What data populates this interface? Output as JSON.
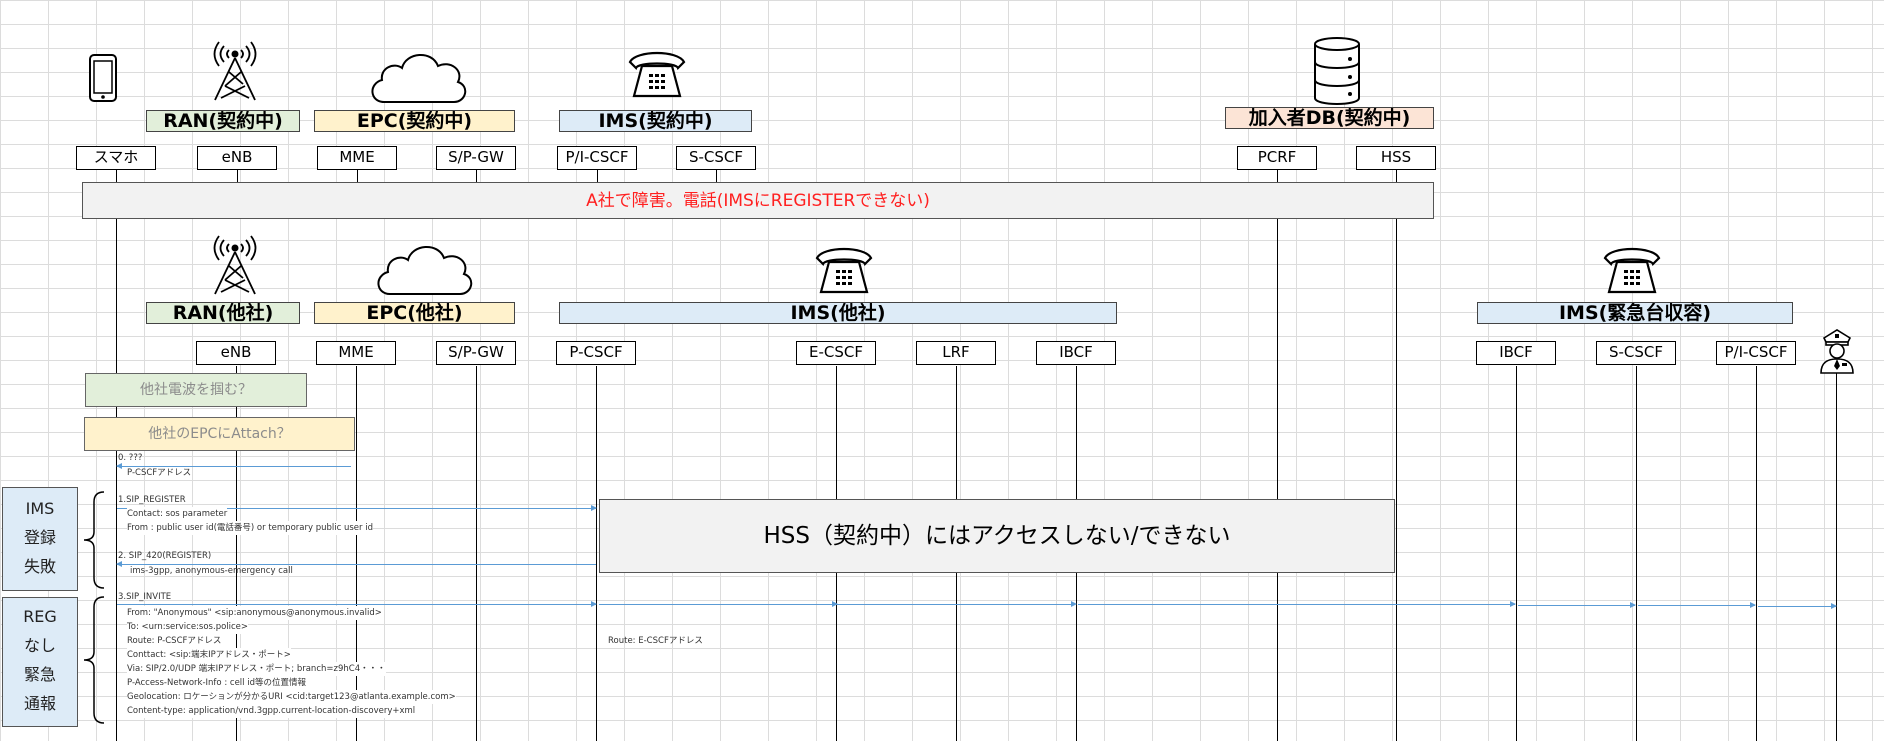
{
  "sections": {
    "top": {
      "groups": {
        "ran": "RAN(契約中)",
        "epc": "EPC(契約中)",
        "ims": "IMS(契約中)",
        "subscriber_db": "加入者DB(契約中)"
      },
      "nodes": {
        "smartphone": "スマホ",
        "enb": "eNB",
        "mme": "MME",
        "spgw": "S/P-GW",
        "picscf": "P/I-CSCF",
        "scscf": "S-CSCF",
        "pcrf": "PCRF",
        "hss": "HSS"
      },
      "banner": "A社で障害。電話(IMSにREGISTERできない)"
    },
    "bottom": {
      "groups": {
        "ran": "RAN(他社)",
        "epc": "EPC(他社)",
        "ims": "IMS(他社)",
        "emergency_ims": "IMS(緊急台収容)"
      },
      "nodes": {
        "enb": "eNB",
        "mme": "MME",
        "spgw": "S/P-GW",
        "pcscf": "P-CSCF",
        "ecscf": "E-CSCF",
        "lrf": "LRF",
        "ibcf": "IBCF",
        "em_ibcf": "IBCF",
        "em_scscf": "S-CSCF",
        "em_picscf": "P/I-CSCF"
      }
    }
  },
  "notes": {
    "other_radio": "他社電波を掴む？",
    "other_epc": "他社のEPCにAttach？",
    "hss_note": "HSS（契約中）にはアクセスしない/できない",
    "route_ecscf": "Route: E-CSCFアドレス"
  },
  "phases": {
    "ims_reg_fail": [
      "IMS",
      "登録",
      "失敗"
    ],
    "no_reg_emergency": [
      "REG",
      "なし",
      "緊急",
      "通報"
    ]
  },
  "messages": {
    "m0": [
      "0. ???",
      "P-CSCFアドレス"
    ],
    "m1": [
      "1.SIP_REGISTER",
      "Contact: sos parameter",
      "From : public user id(電話番号)   or temporary public user id"
    ],
    "m2": [
      "2. SIP_420(REGISTER)",
      "ims-3gpp, anonymous-emergency call"
    ],
    "m3": [
      "3.SIP_INVITE",
      "From: \"Anonymous\" <sip:anonymous@anonymous.invalid>",
      "To: <urn:service:sos.police>",
      "Route: P-CSCFアドレス",
      "Conttact: <sip:端末IPアドレス・ポート>",
      "Via: SIP/2.0/UDP 端末IPアドレス・ポート; branch=z9hC4・・・",
      "P-Access-Network-Info : cell id等の位置情報",
      "Geolocation: ロケーションが分かるURI <cid:target123@atlanta.example.com>",
      "Content-type: application/vnd.3gpp.current-location-discovery+xml"
    ]
  },
  "icons": [
    "smartphone-icon",
    "antenna-tower-icon",
    "cloud-icon",
    "telephone-icon",
    "database-icon",
    "police-officer-icon"
  ],
  "colors": {
    "banner_text": "#ff2020",
    "arrow": "#5b9bd5",
    "ran": "#e2efda",
    "epc": "#fff2cc",
    "ims": "#ddebf7",
    "db": "#fce4d6"
  }
}
